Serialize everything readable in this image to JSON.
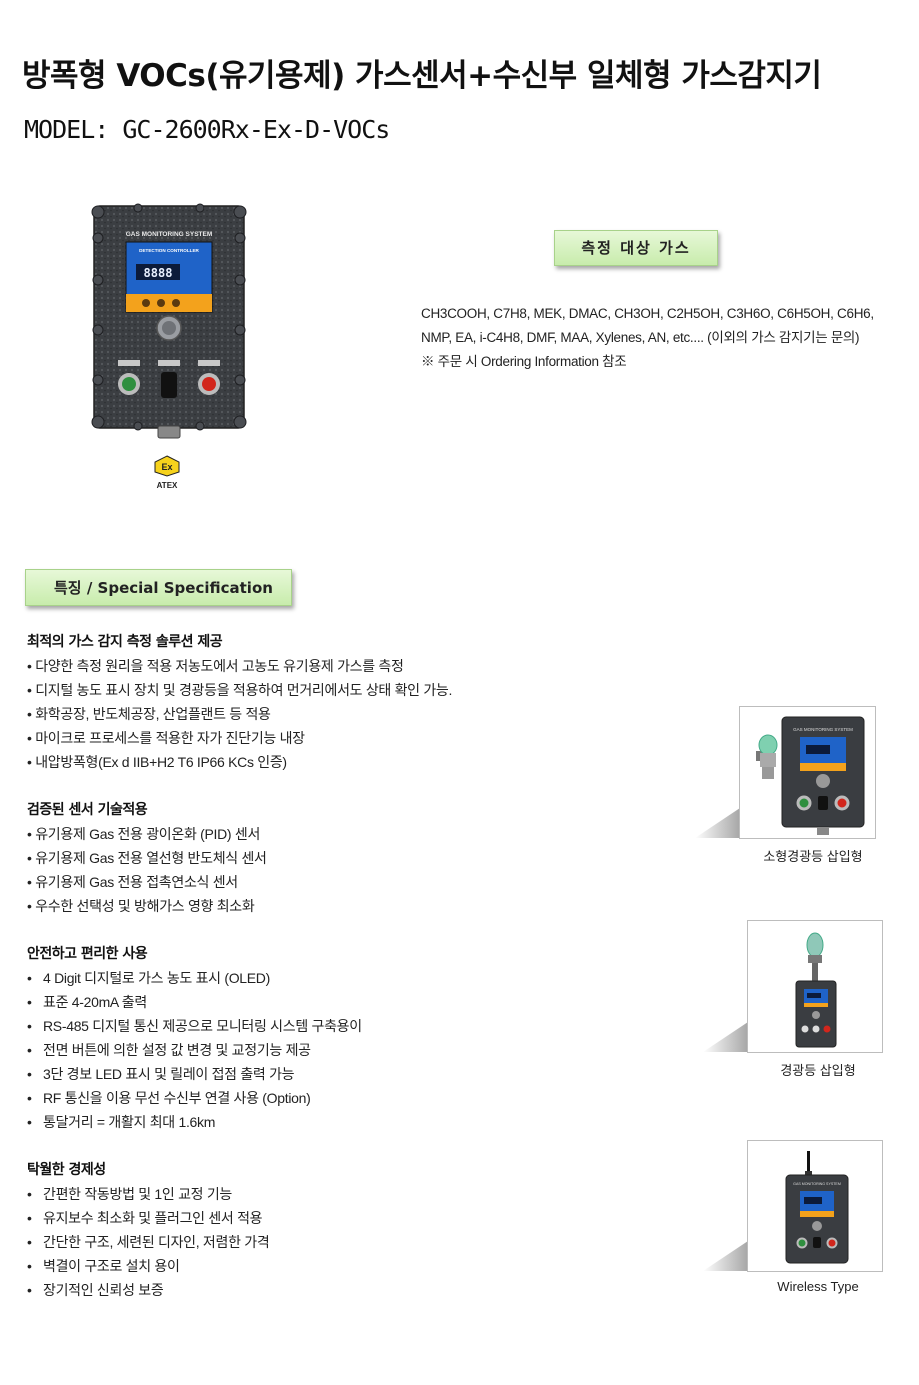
{
  "header": {
    "title": "방폭형 VOCs(유기용제) 가스센서+수신부 일체형 가스감지기",
    "model": "MODEL: GC-2600Rx-Ex-D-VOCs"
  },
  "device": {
    "panel_title": "GAS MONITORING SYSTEM",
    "controller_label": "DETECTION CONTROLLER",
    "display_value": "8888",
    "atex_mark": "Ex",
    "atex_label": "ATEX"
  },
  "gas": {
    "badge": "측정 대상 가스",
    "line1": "CH3COOH, C7H8, MEK, DMAC, CH3OH, C2H5OH, C3H6O, C6H5OH, C6H6,",
    "line2": "NMP, EA, i-C4H8, DMF, MAA, Xylenes, AN, etc.... (이외의 가스 감지기는 문의)",
    "line3": "※ 주문 시 Ordering Information 참조"
  },
  "spec": {
    "badge": "특징  / Special Specification",
    "sections": [
      {
        "heading": "최적의 가스 감지 측정 솔루션 제공",
        "items": [
          "다양한 측정 원리을 적용 저농도에서 고농도 유기용제 가스를 측정",
          "디지털 농도 표시 장치 및 경광등을 적용하여 먼거리에서도 상태 확인 가능.",
          "화학공장, 반도체공장, 산업플랜트 등 적용",
          "마이크로 프로세스를 적용한 자가 진단기능 내장",
          "내압방폭형(Ex d IIB+H2 T6 IP66 KCs 인증)"
        ]
      },
      {
        "heading": "검증된 센서 기술적용",
        "items": [
          "유기용제 Gas 전용 광이온화 (PID) 센서",
          "유기용제 Gas 전용 열선형 반도체식 센서",
          "유기용제 Gas 전용 접촉연소식 센서",
          "우수한 선택성 및 방해가스 영향 최소화"
        ]
      },
      {
        "heading": "안전하고 편리한 사용",
        "items": [
          "4 Digit 디지털로 가스 농도 표시 (OLED)",
          "표준 4-20mA 출력",
          "RS-485 디지털 통신 제공으로 모니터링 시스템 구축용이",
          "전면 버튼에 의한 설정 값 변경 및 교정기능 제공",
          "3단 경보 LED 표시 및 릴레이 접점 출력 가능",
          "RF 통신을 이용 무선 수신부 연결 사용 (Option)"
        ],
        "continuation": "통달거리 = 개활지 최대 1.6km"
      },
      {
        "heading": "탁월한 경제성",
        "items": [
          "간편한 작동방법 및 1인 교정 기능",
          "유지보수 최소화 및 플러그인 센서 적용",
          "간단한 구조, 세련된 디자인, 저렴한 가격",
          "벽결이 구조로 설치 용이",
          "장기적인 신뢰성 보증"
        ]
      }
    ]
  },
  "variants": [
    {
      "caption": "소형경광등 삽입형"
    },
    {
      "caption": "경광등 삽입형"
    },
    {
      "caption": "Wireless Type"
    }
  ],
  "colors": {
    "badge_green_top": "#e7f8d8",
    "badge_green_bottom": "#c8ecac",
    "enclosure": "#3a3d41",
    "controller_blue": "#1f63c8",
    "controller_orange": "#f3a21c"
  }
}
